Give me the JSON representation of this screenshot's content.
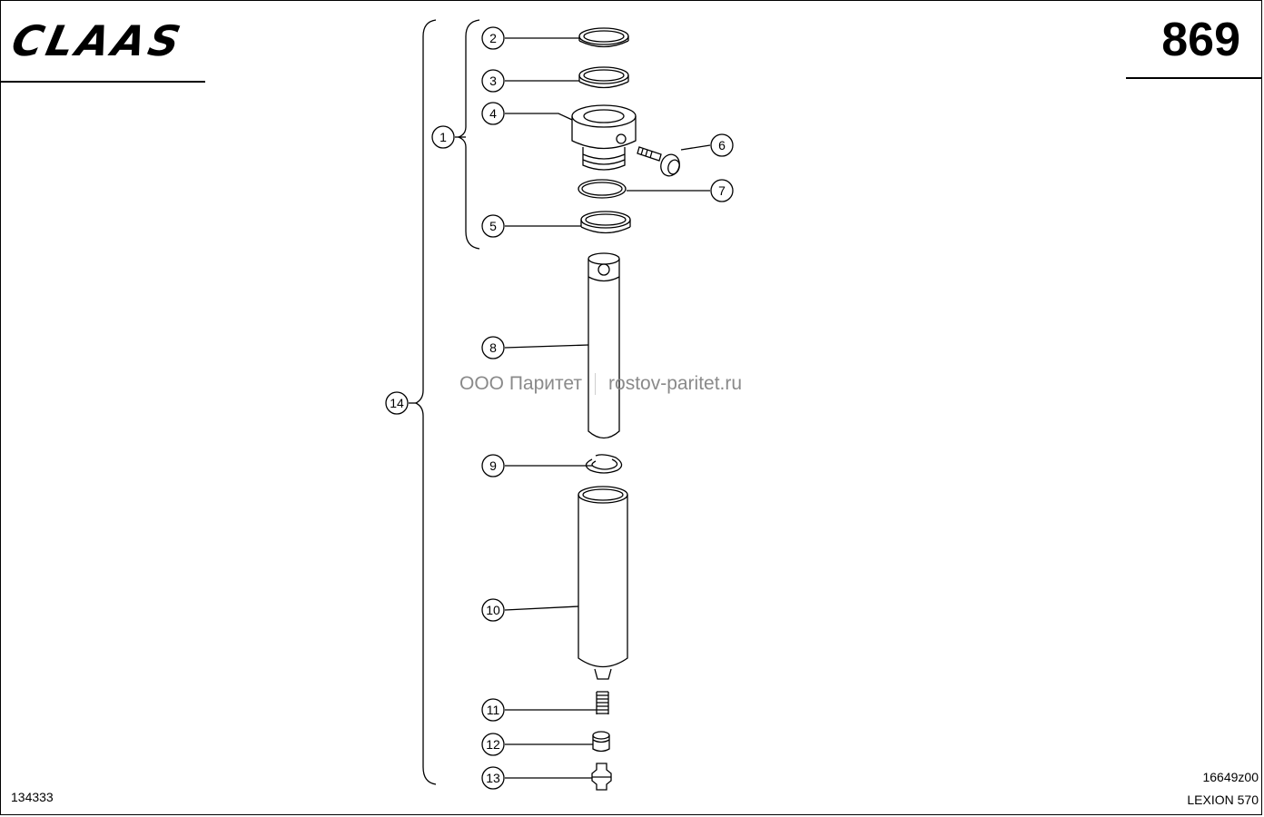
{
  "header": {
    "brand": "CLAAS",
    "page_number": "869"
  },
  "footer": {
    "document_id": "134333",
    "drawing_number": "16649z00",
    "model": "LEXION 570"
  },
  "watermark": {
    "company": "ООО Паритет",
    "site": "rostov-paritet.ru"
  },
  "callouts": [
    "1",
    "2",
    "3",
    "4",
    "5",
    "6",
    "7",
    "8",
    "9",
    "10",
    "11",
    "12",
    "13",
    "14"
  ],
  "colors": {
    "line": "#000000",
    "watermark": "#8a8a8a",
    "background": "#ffffff"
  }
}
